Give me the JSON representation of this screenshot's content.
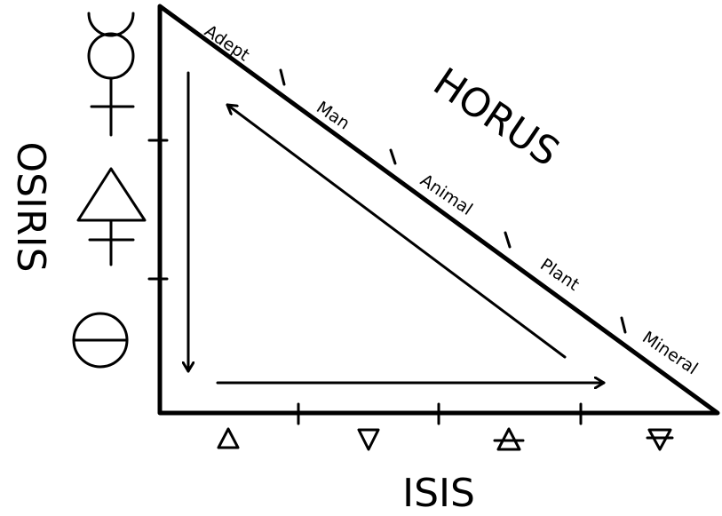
{
  "labels": {
    "horus": "HORUS",
    "osiris": "OSIRIS",
    "isis": "ISIS"
  },
  "hypotenuse_stages": [
    "Adept",
    "Man",
    "Animal",
    "Plant",
    "Mineral"
  ],
  "left_side_symbols": [
    "mercury-symbol",
    "sulfur-symbol",
    "salt-symbol"
  ],
  "bottom_symbols": [
    "fire-symbol",
    "water-symbol",
    "air-symbol",
    "earth-symbol"
  ],
  "colors": {
    "ink": "#000000",
    "background": "#ffffff"
  }
}
